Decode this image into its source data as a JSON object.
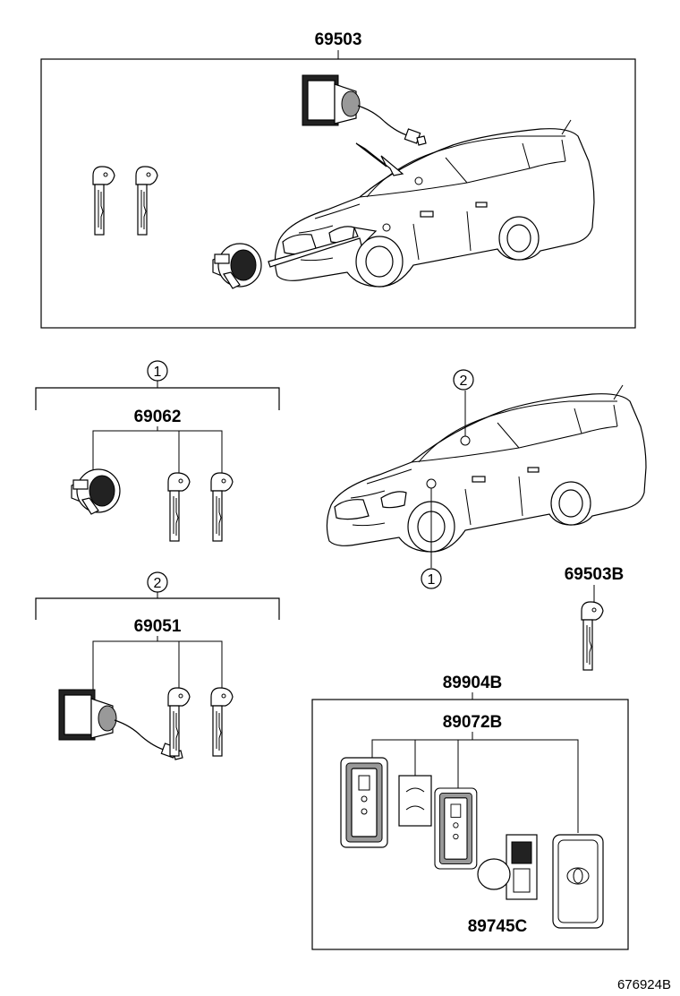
{
  "parts": {
    "p69503": "69503",
    "p69062": "69062",
    "p69051": "69051",
    "p69503B": "69503B",
    "p89904B": "89904B",
    "p89072B": "89072B",
    "p89745C": "89745C"
  },
  "callouts": {
    "c1": "1",
    "c2": "2"
  },
  "reference": "676924B",
  "icons": [
    "car-wagon-icon",
    "lock-cylinder-icon",
    "key-blade-icon",
    "ignition-switch-icon",
    "smart-key-icon",
    "battery-icon"
  ]
}
